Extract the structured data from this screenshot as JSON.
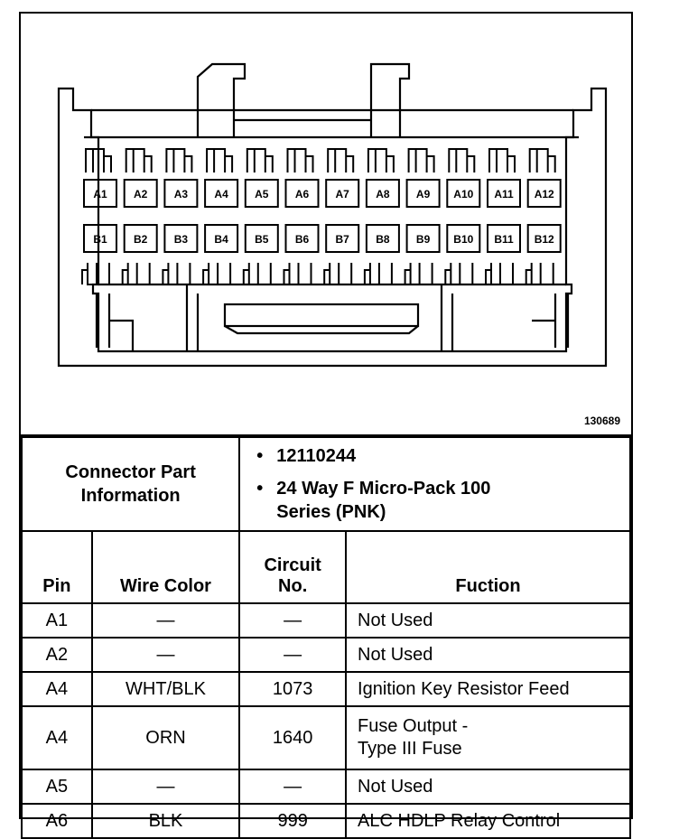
{
  "figure_id": "130689",
  "pins_row_a": [
    "A1",
    "A2",
    "A3",
    "A4",
    "A5",
    "A6",
    "A7",
    "A8",
    "A9",
    "A10",
    "A11",
    "A12"
  ],
  "pins_row_b": [
    "B1",
    "B2",
    "B3",
    "B4",
    "B5",
    "B6",
    "B7",
    "B8",
    "B9",
    "B10",
    "B11",
    "B12"
  ],
  "connector_info": {
    "label": "Connector Part Information",
    "values": [
      "12110244",
      "24 Way F Micro-Pack 100 Series (PNK)"
    ]
  },
  "table": {
    "headers": {
      "pin": "Pin",
      "wire_color": "Wire Color",
      "circuit_1": "Circuit",
      "circuit_2": "No.",
      "function": "Fuction"
    },
    "rows": [
      {
        "pin": "A1",
        "wire_color": "—",
        "circuit": "—",
        "function_1": "Not Used",
        "function_2": ""
      },
      {
        "pin": "A2",
        "wire_color": "—",
        "circuit": "—",
        "function_1": "Not Used",
        "function_2": ""
      },
      {
        "pin": "A4",
        "wire_color": "WHT/BLK",
        "circuit": "1073",
        "function_1": "Ignition Key Resistor Feed",
        "function_2": ""
      },
      {
        "pin": "A4",
        "wire_color": "ORN",
        "circuit": "1640",
        "function_1": "Fuse Output -",
        "function_2": "Type III Fuse"
      },
      {
        "pin": "A5",
        "wire_color": "—",
        "circuit": "—",
        "function_1": "Not Used",
        "function_2": ""
      },
      {
        "pin": "A6",
        "wire_color": "BLK",
        "circuit": "999",
        "function_1": "ALC HDLP Relay Control",
        "function_2": ""
      }
    ]
  }
}
